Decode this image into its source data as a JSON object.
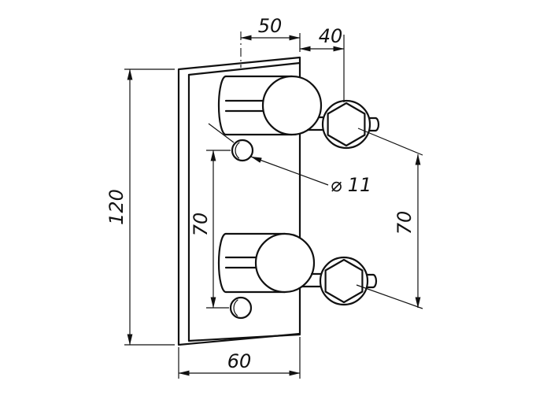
{
  "drawing": {
    "dimensions": {
      "width_50": "50",
      "offset_40": "40",
      "height_120": "120",
      "hole_spacing_70": "70",
      "bolt_spacing_70": "70",
      "width_60": "60",
      "hole_diameter": "⌀ 11"
    },
    "colors": {
      "line": "#111111",
      "background": "#ffffff"
    }
  }
}
